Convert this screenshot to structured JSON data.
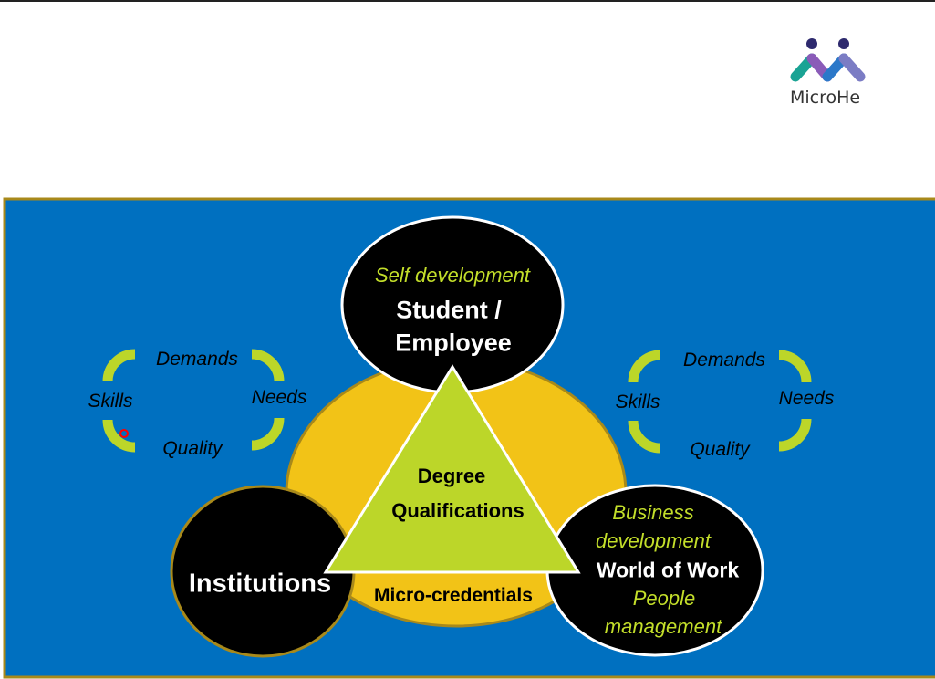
{
  "logo": {
    "text": "MicroHe"
  },
  "top_circle": {
    "subtitle": "Self development",
    "title_line1": "Student /",
    "title_line2": "Employee"
  },
  "triangle": {
    "line1": "Degree",
    "line2": "Qualifications"
  },
  "bottom_label": "Micro-credentials",
  "left_circle": {
    "title": "Institutions"
  },
  "right_circle": {
    "line1": "Business",
    "line2": "development",
    "title": "World of Work",
    "line3": "People",
    "line4": "management"
  },
  "left_cycle": {
    "top": "Demands",
    "right": "Needs",
    "bottom": "Quality",
    "left": "Skills"
  },
  "right_cycle": {
    "top": "Demands",
    "right": "Needs",
    "bottom": "Quality",
    "left": "Skills"
  },
  "colors": {
    "panel": "#0070c0",
    "gold": "#f2c317",
    "lime": "#bcd629",
    "border": "#a8891a"
  }
}
